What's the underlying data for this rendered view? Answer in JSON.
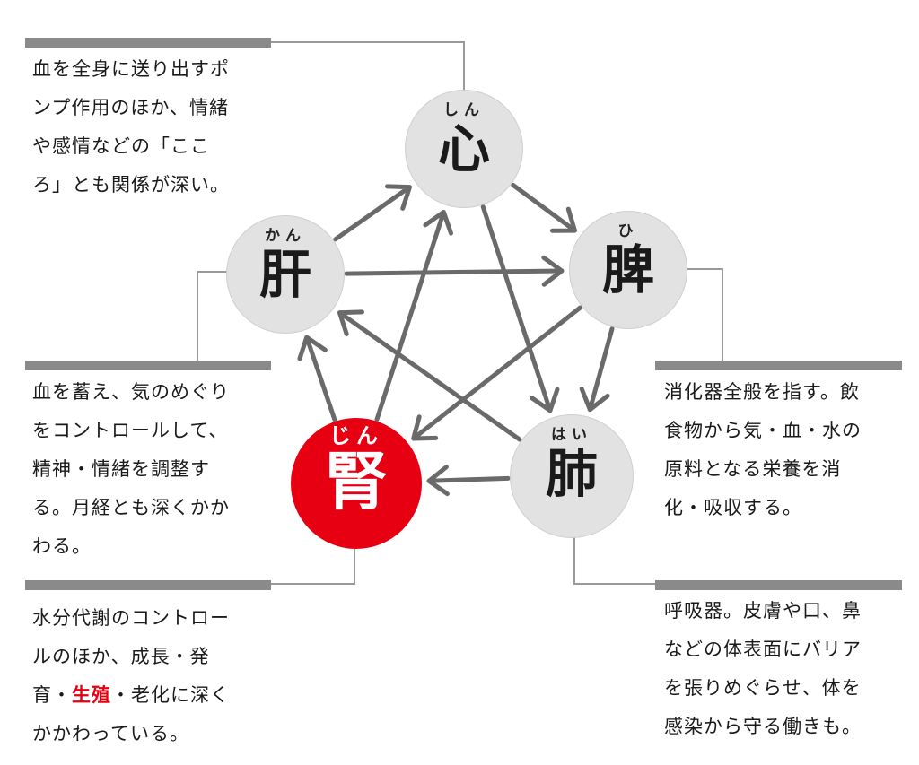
{
  "colors": {
    "accent": "#e60012",
    "arrow": "#6a6a6a",
    "circle": "#e2e2e2",
    "bar": "#8a8a8a"
  },
  "organs": {
    "heart": {
      "kanji": "心",
      "reading": "しん"
    },
    "spleen": {
      "kanji": "脾",
      "reading": "ひ"
    },
    "lung": {
      "kanji": "肺",
      "reading": "はい"
    },
    "kidney": {
      "kanji": "腎",
      "reading": "じん"
    },
    "liver": {
      "kanji": "肝",
      "reading": "かん"
    }
  },
  "descriptions": {
    "heart": [
      "血を全身に送り出すポ",
      "ンプ作用のほか、情緒",
      "や感情などの「ここ",
      "ろ」とも関係が深い。"
    ],
    "liver": [
      "血を蓄え、気のめぐり",
      "をコントロールして、",
      "精神・情緒を調整す",
      "る。月経とも深くかか",
      "わる。"
    ],
    "spleen": [
      "消化器全般を指す。飲",
      "食物から気・血・水の",
      "原料となる栄養を消",
      "化・吸収する。"
    ],
    "kidney": {
      "line1": "水分代謝のコントロー",
      "line2": "ルのほか、成長・発",
      "line3_pre": "育・",
      "line3_highlight": "生殖",
      "line3_post": "・老化に深く",
      "line4": "かかわっている。"
    },
    "lung": [
      "呼吸器。皮膚や口、鼻",
      "などの体表面にバリア",
      "を張りめぐらせ、体を",
      "感染から守る働きも。"
    ]
  },
  "relations": {
    "generating": [
      [
        "liver",
        "heart"
      ],
      [
        "heart",
        "spleen"
      ],
      [
        "spleen",
        "lung"
      ],
      [
        "lung",
        "kidney"
      ],
      [
        "kidney",
        "liver"
      ]
    ],
    "controlling": [
      [
        "liver",
        "spleen"
      ],
      [
        "spleen",
        "kidney"
      ],
      [
        "kidney",
        "heart"
      ],
      [
        "heart",
        "lung"
      ],
      [
        "lung",
        "liver"
      ]
    ]
  }
}
